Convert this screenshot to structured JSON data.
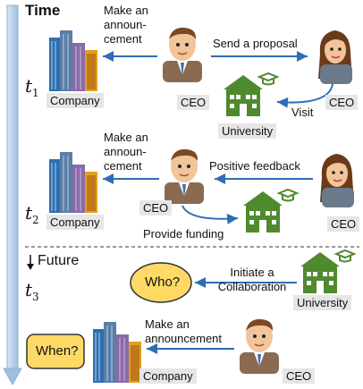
{
  "title": "Time",
  "future_label": "Future",
  "time_marks": [
    {
      "var": "t",
      "sub": "1"
    },
    {
      "var": "t",
      "sub": "2"
    },
    {
      "var": "t",
      "sub": "3"
    }
  ],
  "nodes": {
    "company": "Company",
    "ceo": "CEO",
    "university": "University",
    "who": "Who?",
    "when": "When?"
  },
  "edge_labels": {
    "announce_1": "Make an announ-cement",
    "proposal": "Send a proposal",
    "visit": "Visit",
    "announce_2": "Make an announ-cement",
    "feedback": "Positive feedback",
    "funding": "Provide funding",
    "collaboration": "Initiate a Collaboration",
    "announce_3": "Make an announcement"
  },
  "colors": {
    "timeline": "#a8c8e8",
    "arrow": "#2e6db4",
    "university": "#4f8a2f",
    "oval_fill": "#ffd966",
    "label_bg": "#e6e6e6"
  }
}
